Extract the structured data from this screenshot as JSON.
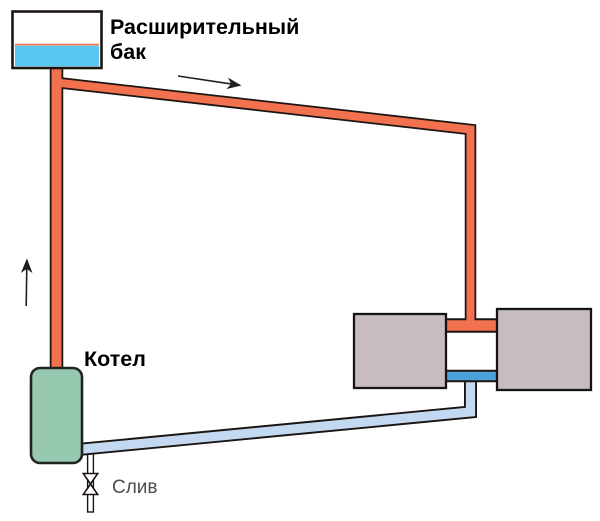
{
  "diagram": {
    "name": "open-gravity-heating-system-schematic",
    "labels": {
      "expansion_tank_line1": "Расширительный",
      "expansion_tank_line2": "бак",
      "boiler": "Котел",
      "drain": "Слив"
    },
    "colors": {
      "background": "#ffffff",
      "outline": "#1c1512",
      "supply_pipe": "#f2714e",
      "return_pipe": "#c3d9f1",
      "radiator_connector_bottom": "#4aa0d8",
      "tank_water": "#58c8f2",
      "tank_water_surface_line": "#e8764c",
      "tank_body": "#ffffff",
      "boiler_body": "#97c8b0",
      "radiator_body": "#c7bdc1",
      "drain_pipe": "#ffffff",
      "arrow": "#1f1f1f",
      "label_text": "#000000",
      "drain_label_text": "#4d4d4d"
    }
  }
}
